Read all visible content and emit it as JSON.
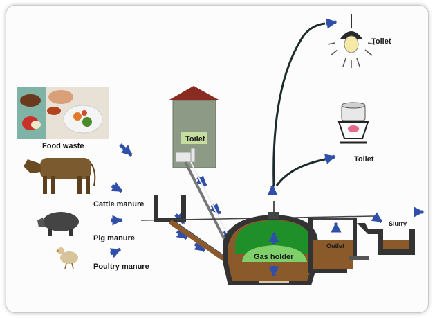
{
  "labels": {
    "food_waste": "Food waste",
    "cattle_manure": "Cattle manure",
    "pig_manure": "Pig manure",
    "poultry_manure": "Poultry manure",
    "toilet_building": "Toilet",
    "toilet_lamp": "Toilet",
    "toilet_stove": "Toilet",
    "gas_holder": "Gas holder",
    "outlet": "Outlet",
    "slurry": "Slurry"
  },
  "colors": {
    "arrow": "#2f4fa8",
    "digester_slurry": "#8a5a2b",
    "gas_dome": "#1f8f2a",
    "gas_band": "#7fcf6a",
    "building": "#8d9a85",
    "roof": "#8a2b22"
  }
}
